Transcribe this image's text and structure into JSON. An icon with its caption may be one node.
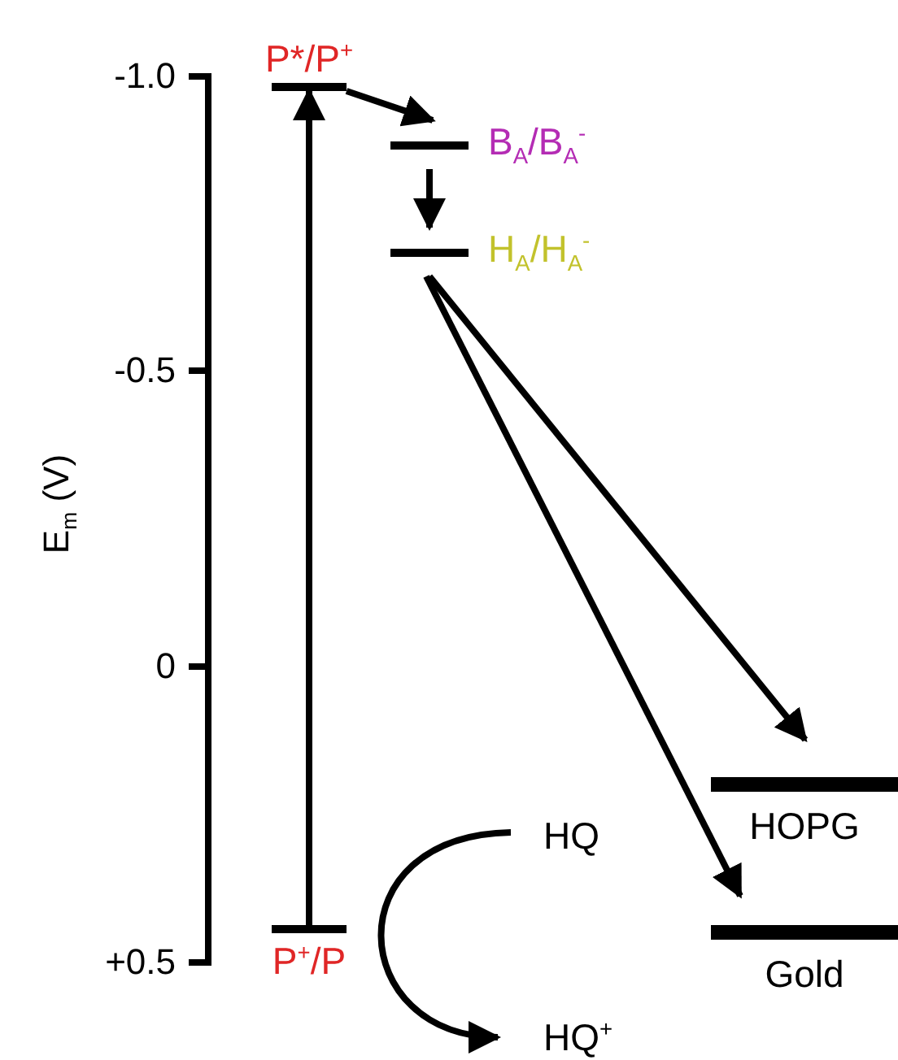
{
  "diagram": {
    "nodes": [
      {
        "text": [
          "P*/P$^{+}$"
        ]
      },
      {
        "text": [
          "B$_{A}$/B$_{A}$$^{-}$"
        ]
      },
      {
        "text": [
          "H$_{A}$/H$_{A}$$^{-}$"
        ]
      },
      {
        "text": [
          "HOPG"
        ]
      },
      {
        "text": [
          "Gold"
        ]
      },
      {
        "text": [
          "P$^{+}$/P"
        ]
      },
      {
        "text": [
          "HQ"
        ]
      },
      {
        "text": [
          "HQ$^{+}$"
        ]
      }
    ],
    "edges": [
      {
        "from": 5,
        "to": 0,
        "arrow": "to"
      },
      {
        "from": 0,
        "to": 1,
        "arrow": "to"
      },
      {
        "from": 1,
        "to": 2,
        "arrow": "to"
      },
      {
        "from": 2,
        "to": 3,
        "arrow": "to"
      },
      {
        "from": 2,
        "to": 4,
        "arrow": "to"
      },
      {
        "from": 6,
        "to": 7,
        "arrow": "to"
      }
    ],
    "labels": [
      "-1.0",
      "-0.5",
      "0",
      "+0.5",
      "E$_{m}$ (V)"
    ]
  }
}
